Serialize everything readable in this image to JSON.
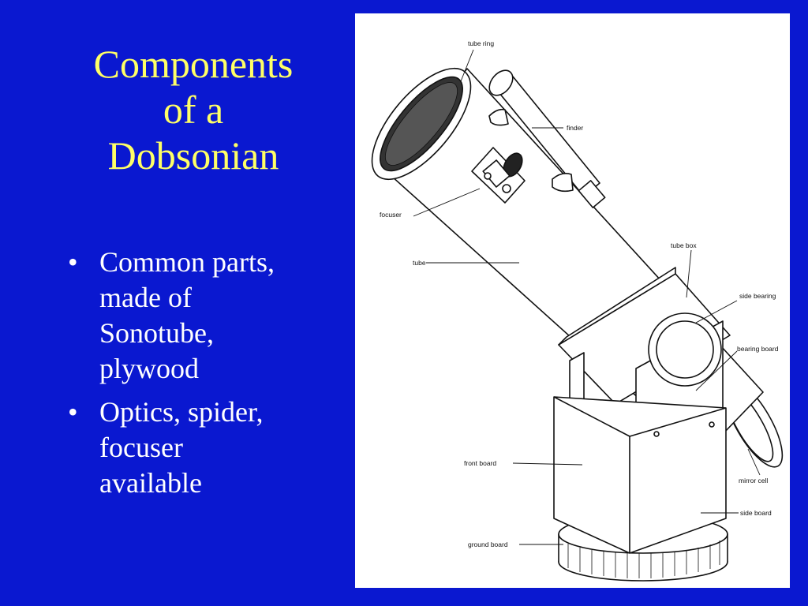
{
  "slide": {
    "title_lines": [
      "Components",
      "of a",
      "Dobsonian"
    ],
    "bullets": [
      {
        "lines": [
          "Common parts,",
          "made of",
          "Sonotube,",
          "plywood"
        ]
      },
      {
        "lines": [
          "Optics, spider,",
          "focuser",
          "available"
        ]
      }
    ],
    "bullet_glyph": "•"
  },
  "figure": {
    "labels": {
      "tube_ring": "tube ring",
      "finder": "finder",
      "focuser": "focuser",
      "tube": "tube",
      "tube_box": "tube box",
      "side_bearing": "side bearing",
      "bearing_board": "bearing board",
      "front_board": "front board",
      "mirror_cell": "mirror cell",
      "side_board": "side board",
      "ground_board": "ground board"
    }
  },
  "colors": {
    "background": "#0a18d0",
    "title": "#ffff66",
    "body_text": "#ffffff"
  }
}
